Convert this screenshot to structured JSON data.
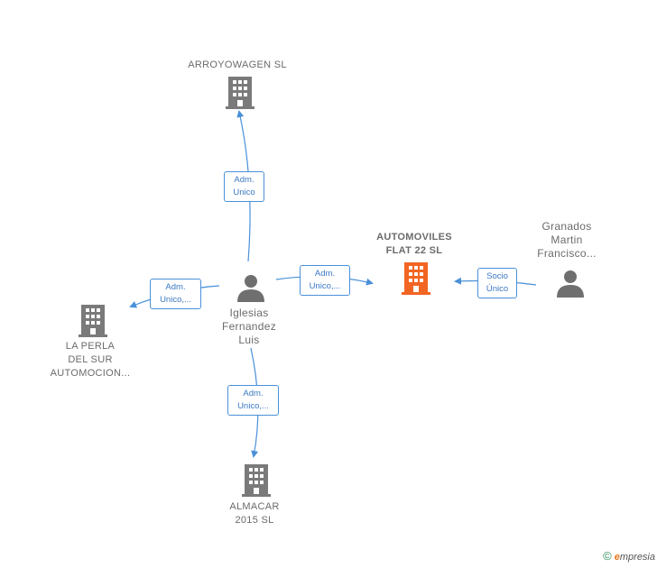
{
  "companies": {
    "arroyowagen": "ARROYOWAGEN SL",
    "automoviles": "AUTOMOVILES\nFLAT 22  SL",
    "la_perla": "LA PERLA\nDEL SUR\nAUTOMOCION...",
    "almacar": "ALMACAR\n2015  SL"
  },
  "people": {
    "iglesias": "Iglesias\nFernandez\nLuis",
    "granados": "Granados\nMartin\nFrancisco..."
  },
  "edges": {
    "to_arroyowagen": "Adm.\nUnico",
    "to_automoviles": "Adm.\nUnico,...",
    "to_la_perla": "Adm.\nUnico,...",
    "to_almacar": "Adm.\nUnico,...",
    "socio": "Socio\nÚnico"
  },
  "colors": {
    "building_gray": "#7a7a7a",
    "building_focus": "#f26522",
    "person": "#6f6f6f",
    "edge": "#4a90d9"
  },
  "watermark": {
    "copyright": "©",
    "brand_initial": "e",
    "brand_rest": "mpresia"
  }
}
